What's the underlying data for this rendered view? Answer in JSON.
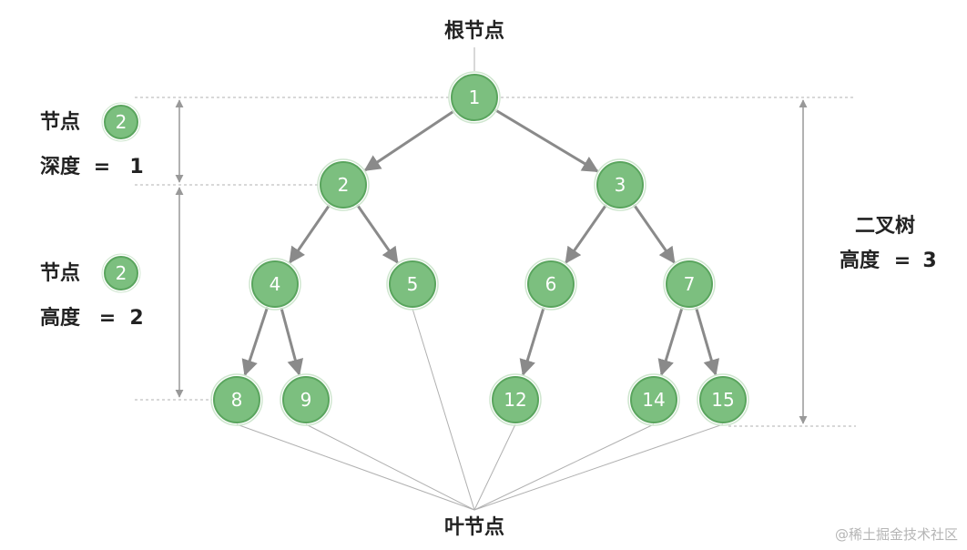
{
  "colors": {
    "node_fill": "#7cbf7f",
    "node_ring": "#5aa55e",
    "edge": "#8a8a8a",
    "dim_line": "#999999",
    "pointer_line": "#b0b0b0",
    "text": "#222222",
    "watermark": "#b5b5b5"
  },
  "labels": {
    "root": "根节点",
    "leaf": "叶节点",
    "node_word": "节点",
    "depth_word": "深度",
    "height_word": "高度",
    "tree_word": "二叉树",
    "equals": "=",
    "node_depth_value": "1",
    "node_height_value": "2",
    "tree_height_value": "3",
    "example_node_depth": "2",
    "example_node_height": "2",
    "watermark": "@稀土掘金技术社区"
  },
  "tree": {
    "nodes": [
      "1",
      "2",
      "3",
      "4",
      "5",
      "6",
      "7",
      "8",
      "9",
      "12",
      "14",
      "15"
    ],
    "edges": [
      [
        "1",
        "2"
      ],
      [
        "1",
        "3"
      ],
      [
        "2",
        "4"
      ],
      [
        "2",
        "5"
      ],
      [
        "3",
        "6"
      ],
      [
        "3",
        "7"
      ],
      [
        "4",
        "8"
      ],
      [
        "4",
        "9"
      ],
      [
        "6",
        "12"
      ],
      [
        "7",
        "14"
      ],
      [
        "7",
        "15"
      ]
    ],
    "leaves": [
      "8",
      "9",
      "5",
      "12",
      "14",
      "15"
    ]
  }
}
